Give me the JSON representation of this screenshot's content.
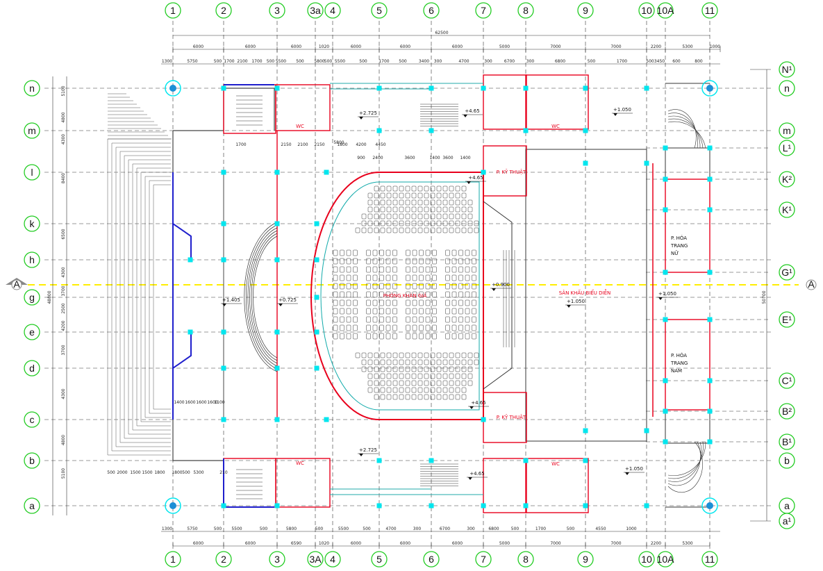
{
  "grid": {
    "columns": [
      {
        "id": "c1",
        "label": "1"
      },
      {
        "id": "c2",
        "label": "2"
      },
      {
        "id": "c3",
        "label": "3"
      },
      {
        "id": "c3a",
        "label": "3a",
        "bottom_label": "3A"
      },
      {
        "id": "c4",
        "label": "4"
      },
      {
        "id": "c5",
        "label": "5"
      },
      {
        "id": "c6",
        "label": "6"
      },
      {
        "id": "c7",
        "label": "7"
      },
      {
        "id": "c8",
        "label": "8"
      },
      {
        "id": "c9",
        "label": "9"
      },
      {
        "id": "c10",
        "label": "10"
      },
      {
        "id": "c10a",
        "label": "10A"
      },
      {
        "id": "c11",
        "label": "11"
      }
    ],
    "rows_left": [
      {
        "label": "n"
      },
      {
        "label": "m"
      },
      {
        "label": "l"
      },
      {
        "label": "k"
      },
      {
        "label": "h"
      },
      {
        "label": "g"
      },
      {
        "label": "e"
      },
      {
        "label": "d"
      },
      {
        "label": "c"
      },
      {
        "label": "b"
      },
      {
        "label": "a"
      }
    ],
    "rows_right": [
      {
        "label": "N¹"
      },
      {
        "label": "n"
      },
      {
        "label": "m"
      },
      {
        "label": "L¹"
      },
      {
        "label": "K²"
      },
      {
        "label": "K¹"
      },
      {
        "label": "G¹"
      },
      {
        "label": "E¹"
      },
      {
        "label": "C¹"
      },
      {
        "label": "B²"
      },
      {
        "label": "B¹"
      },
      {
        "label": "b"
      },
      {
        "label": "a"
      },
      {
        "label": "a¹"
      }
    ]
  },
  "dimensions": {
    "overall_top": "62500",
    "top_row1": [
      "6000",
      "6000",
      "6000",
      "1020",
      "6000",
      "6000",
      "6000",
      "5000",
      "7000",
      "7000",
      "2200",
      "5300",
      "1000"
    ],
    "top_row2": [
      "1300",
      "5750",
      "500",
      "1700",
      "2100",
      "1700",
      "500",
      "5500",
      "500",
      "5800",
      "500",
      "5500",
      "500",
      "1700",
      "500",
      "3400",
      "300",
      "4700",
      "300",
      "6700",
      "300",
      "6800",
      "500",
      "1700",
      "500",
      "3450",
      "600",
      "800"
    ],
    "left_vertical": [
      "5100",
      "4800",
      "4300",
      "8400",
      "6500",
      "4300",
      "3700",
      "2500",
      "4200",
      "3700",
      "4300",
      "4800",
      "5100"
    ],
    "left_total": "48800",
    "right_total": "50700",
    "bottom_row1": [
      "1300",
      "5750",
      "500",
      "5500",
      "500",
      "5800",
      "500",
      "5500",
      "500",
      "4700",
      "300",
      "6700",
      "300",
      "6800",
      "500",
      "1700",
      "500",
      "4550",
      "1000"
    ],
    "bottom_row2": [
      "6000",
      "6000",
      "6590",
      "1020",
      "6000",
      "6000",
      "6000",
      "5000",
      "7000",
      "7000",
      "2200",
      "5300"
    ],
    "stair_dims": [
      "500",
      "2000",
      "1500",
      "1500",
      "1800",
      "1800",
      "500",
      "5300",
      "210"
    ],
    "misc_dims": [
      "1400",
      "1600",
      "1600",
      "1600",
      "1100",
      "900",
      "2400",
      "3600",
      "1400",
      "1700",
      "2150",
      "2100",
      "2150",
      "1800",
      "4450",
      "3600",
      "1400",
      "5800",
      "4200"
    ]
  },
  "rooms": {
    "auditorium": "PHÒNG KHÁN GIẢ",
    "stage": "SÂN KHẤU BIỂU DIỄN",
    "tech_room_top": "P. KỸ THUẬT",
    "tech_room_bottom": "P. KỸ THUẬT",
    "makeup_women": [
      "P. HÓA",
      "TRANG",
      "NỮ"
    ],
    "makeup_men": [
      "P. HÓA",
      "TRANG",
      "NAM"
    ],
    "wc_labels": [
      "WC",
      "WC",
      "WC",
      "WC"
    ]
  },
  "levels": {
    "lobby": "+1.405",
    "corridor_left": "+0.725",
    "stage_level": "+1.050",
    "stage_right": "+1.050",
    "stage_top_right": "+1.050",
    "stage_bottom_right": "+1.050",
    "orchestra": "+0.900",
    "upper_top": "+2.725",
    "upper_bottom": "+2.725",
    "balcony_top": "+4.65",
    "balcony_top2": "+4.65",
    "balcony_bottom": "+4.65",
    "balcony_bottom2": "+4.65"
  },
  "section_marker": {
    "left": "A",
    "right": "A"
  },
  "colors": {
    "grid_circle": "#22cc22",
    "wall_red": "#e8001c",
    "column_cyan": "#00e6ee",
    "section_line": "#ffee00",
    "glass_blue": "#1e1ecc",
    "ink": "#222222"
  }
}
